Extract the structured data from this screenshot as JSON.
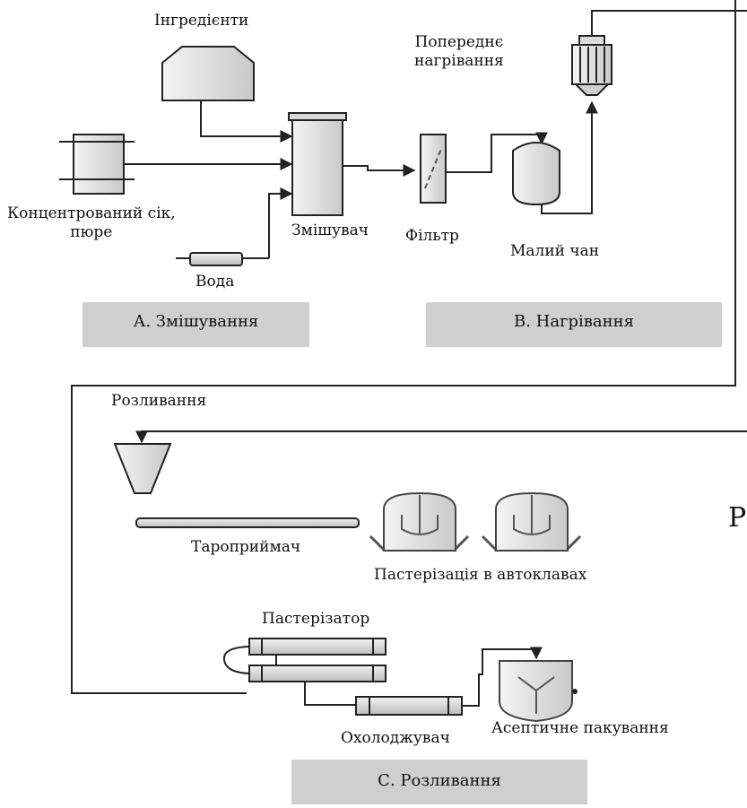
{
  "labels": {
    "ingredients": "Інгредієнти",
    "preheating_line1": "Попереднє",
    "preheating_line2": "нагрівання",
    "concentrate_line1": "Концентрований сік,",
    "concentrate_line2": "пюре",
    "mixer": "Змішувач",
    "filter": "Фільтр",
    "small_tank": "Малий чан",
    "water": "Вода",
    "filling": "Розливання",
    "tray_receiver": "Тароприймач",
    "autoclave_pasteurization": "Пастерізація в автоклавах",
    "pasteurizer": "Пастерізатор",
    "cooler": "Охолоджувач",
    "aseptic_packaging": "Асептичне пакування",
    "cut_letter": "Р"
  },
  "sections": {
    "mixing": "А. Змішування",
    "heating": "В. Нагрівання",
    "filling": "С. Розливання"
  },
  "colors": {
    "line": "#222222",
    "equipment_fill": "#e6e6e6",
    "section_bar": "#cfcfcf"
  }
}
